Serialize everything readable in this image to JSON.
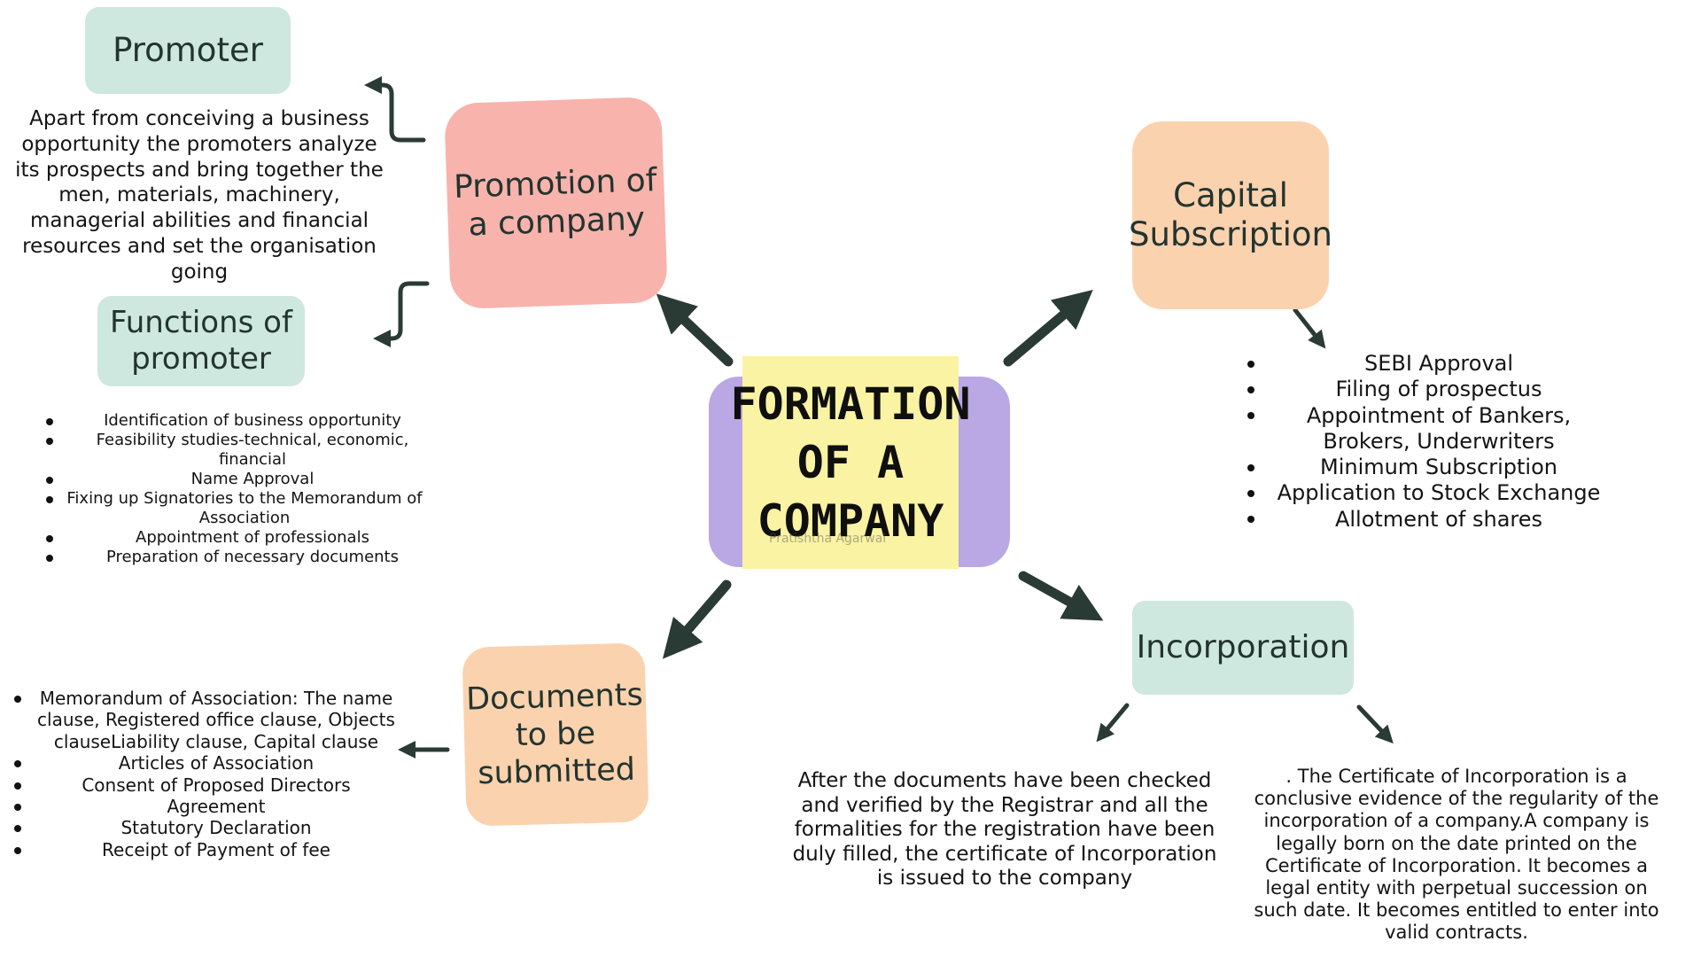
{
  "colors": {
    "mint": "#cfe8df",
    "pink": "#f7b3ac",
    "peach": "#fbd2ae",
    "lavender": "#b9a8e3",
    "yellow": "#f9f3a3",
    "arrow": "#2a3b35"
  },
  "center": {
    "title": "FORMATION OF A COMPANY",
    "watermark": "Pratishtha Agarwal"
  },
  "promotion": {
    "title": "Promotion of a company"
  },
  "promoter": {
    "title": "Promoter",
    "description": "Apart from conceiving a business opportunity the promoters analyze its prospects and bring together the men, materials, machinery, managerial abilities and financial resources and set the organisation going"
  },
  "functions": {
    "title": "Functions of promoter",
    "items": [
      "Identification of business opportunity",
      "Feasibility studies-technical, economic, financial",
      "Name Approval",
      "Fixing up Signatories to the Memorandum of Association",
      "Appointment of professionals",
      "Preparation of necessary documents"
    ]
  },
  "capital": {
    "title": "Capital Subscription",
    "items": [
      "SEBI Approval",
      "Filing of prospectus",
      "Appointment of Bankers, Brokers, Underwriters",
      "Minimum Subscription",
      "Application to Stock Exchange",
      "Allotment of shares"
    ]
  },
  "documents": {
    "title": "Documents to be submitted",
    "items": [
      "Memorandum of Association: The name clause, Registered office clause, Objects clauseLiability clause, Capital clause",
      "Articles of Association",
      "Consent of Proposed Directors",
      "Agreement",
      "Statutory Declaration",
      "Receipt of Payment of fee"
    ]
  },
  "incorporation": {
    "title": "Incorporation",
    "left_text": "After the documents have been checked and verified by the Registrar and all the formalities for the registration have been duly filled, the certificate of Incorporation is issued to the company",
    "right_text": ". The Certificate of Incorporation is a conclusive evidence of the regularity of the incorporation of a company.A company is legally born on the date printed on the Certificate of Incorporation. It becomes a legal entity with perpetual succession on such date. It becomes entitled to enter into valid contracts."
  }
}
